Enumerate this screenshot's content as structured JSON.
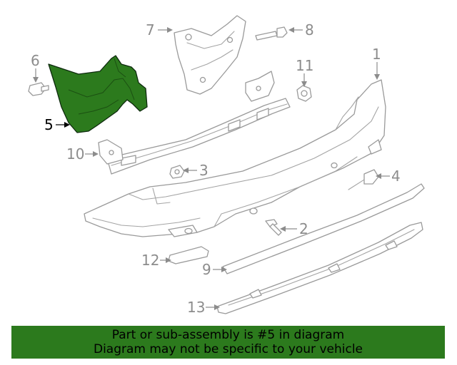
{
  "diagram": {
    "highlight_color": "#2c7a1d",
    "highlighted_part": "5",
    "callouts": [
      "1",
      "2",
      "3",
      "4",
      "5",
      "6",
      "7",
      "8",
      "9",
      "10",
      "11",
      "12",
      "13"
    ]
  },
  "banner": {
    "line1": "Part or sub-assembly is #5 in diagram",
    "line2": "Diagram may not be specific to your vehicle",
    "background": "#2c7a1d"
  }
}
